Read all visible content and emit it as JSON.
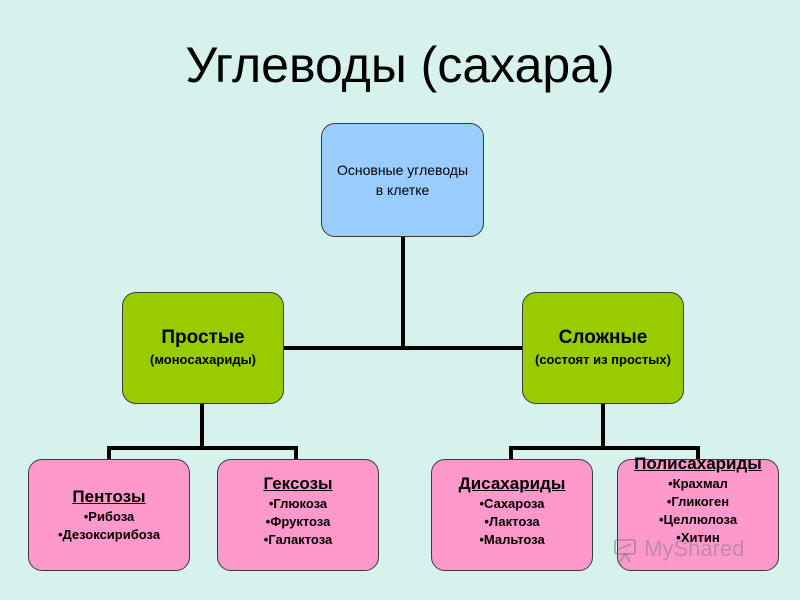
{
  "title": "Углеводы (сахара)",
  "root": {
    "line1": "Основные углеводы",
    "line2": "в клетке"
  },
  "simple": {
    "title": "Простые",
    "subtitle": "(моносахариды)"
  },
  "complex": {
    "title": "Сложные",
    "subtitle": "(состоят из простых)"
  },
  "leaves": [
    {
      "title": "Пентозы",
      "items": [
        "•Рибоза",
        "•Дезоксирибоза"
      ]
    },
    {
      "title": "Гексозы",
      "items": [
        "•Глюкоза",
        "•Фруктоза",
        "•Галактоза"
      ]
    },
    {
      "title": "Дисахариды",
      "items": [
        "•Сахароза",
        "•Лактоза",
        "•Мальтоза"
      ]
    },
    {
      "title": "Полисахариды",
      "items": [
        "•Крахмал",
        "•Гликоген",
        "•Целлюлоза",
        "•Хитин"
      ]
    }
  ],
  "watermark": {
    "text": "MyShared",
    "icon": "presentation-board-icon"
  },
  "colors": {
    "background": "#d6f2ec",
    "root": "#99ccff",
    "middle": "#99cc00",
    "leaf": "#ff99cc",
    "connector": "#000000"
  }
}
